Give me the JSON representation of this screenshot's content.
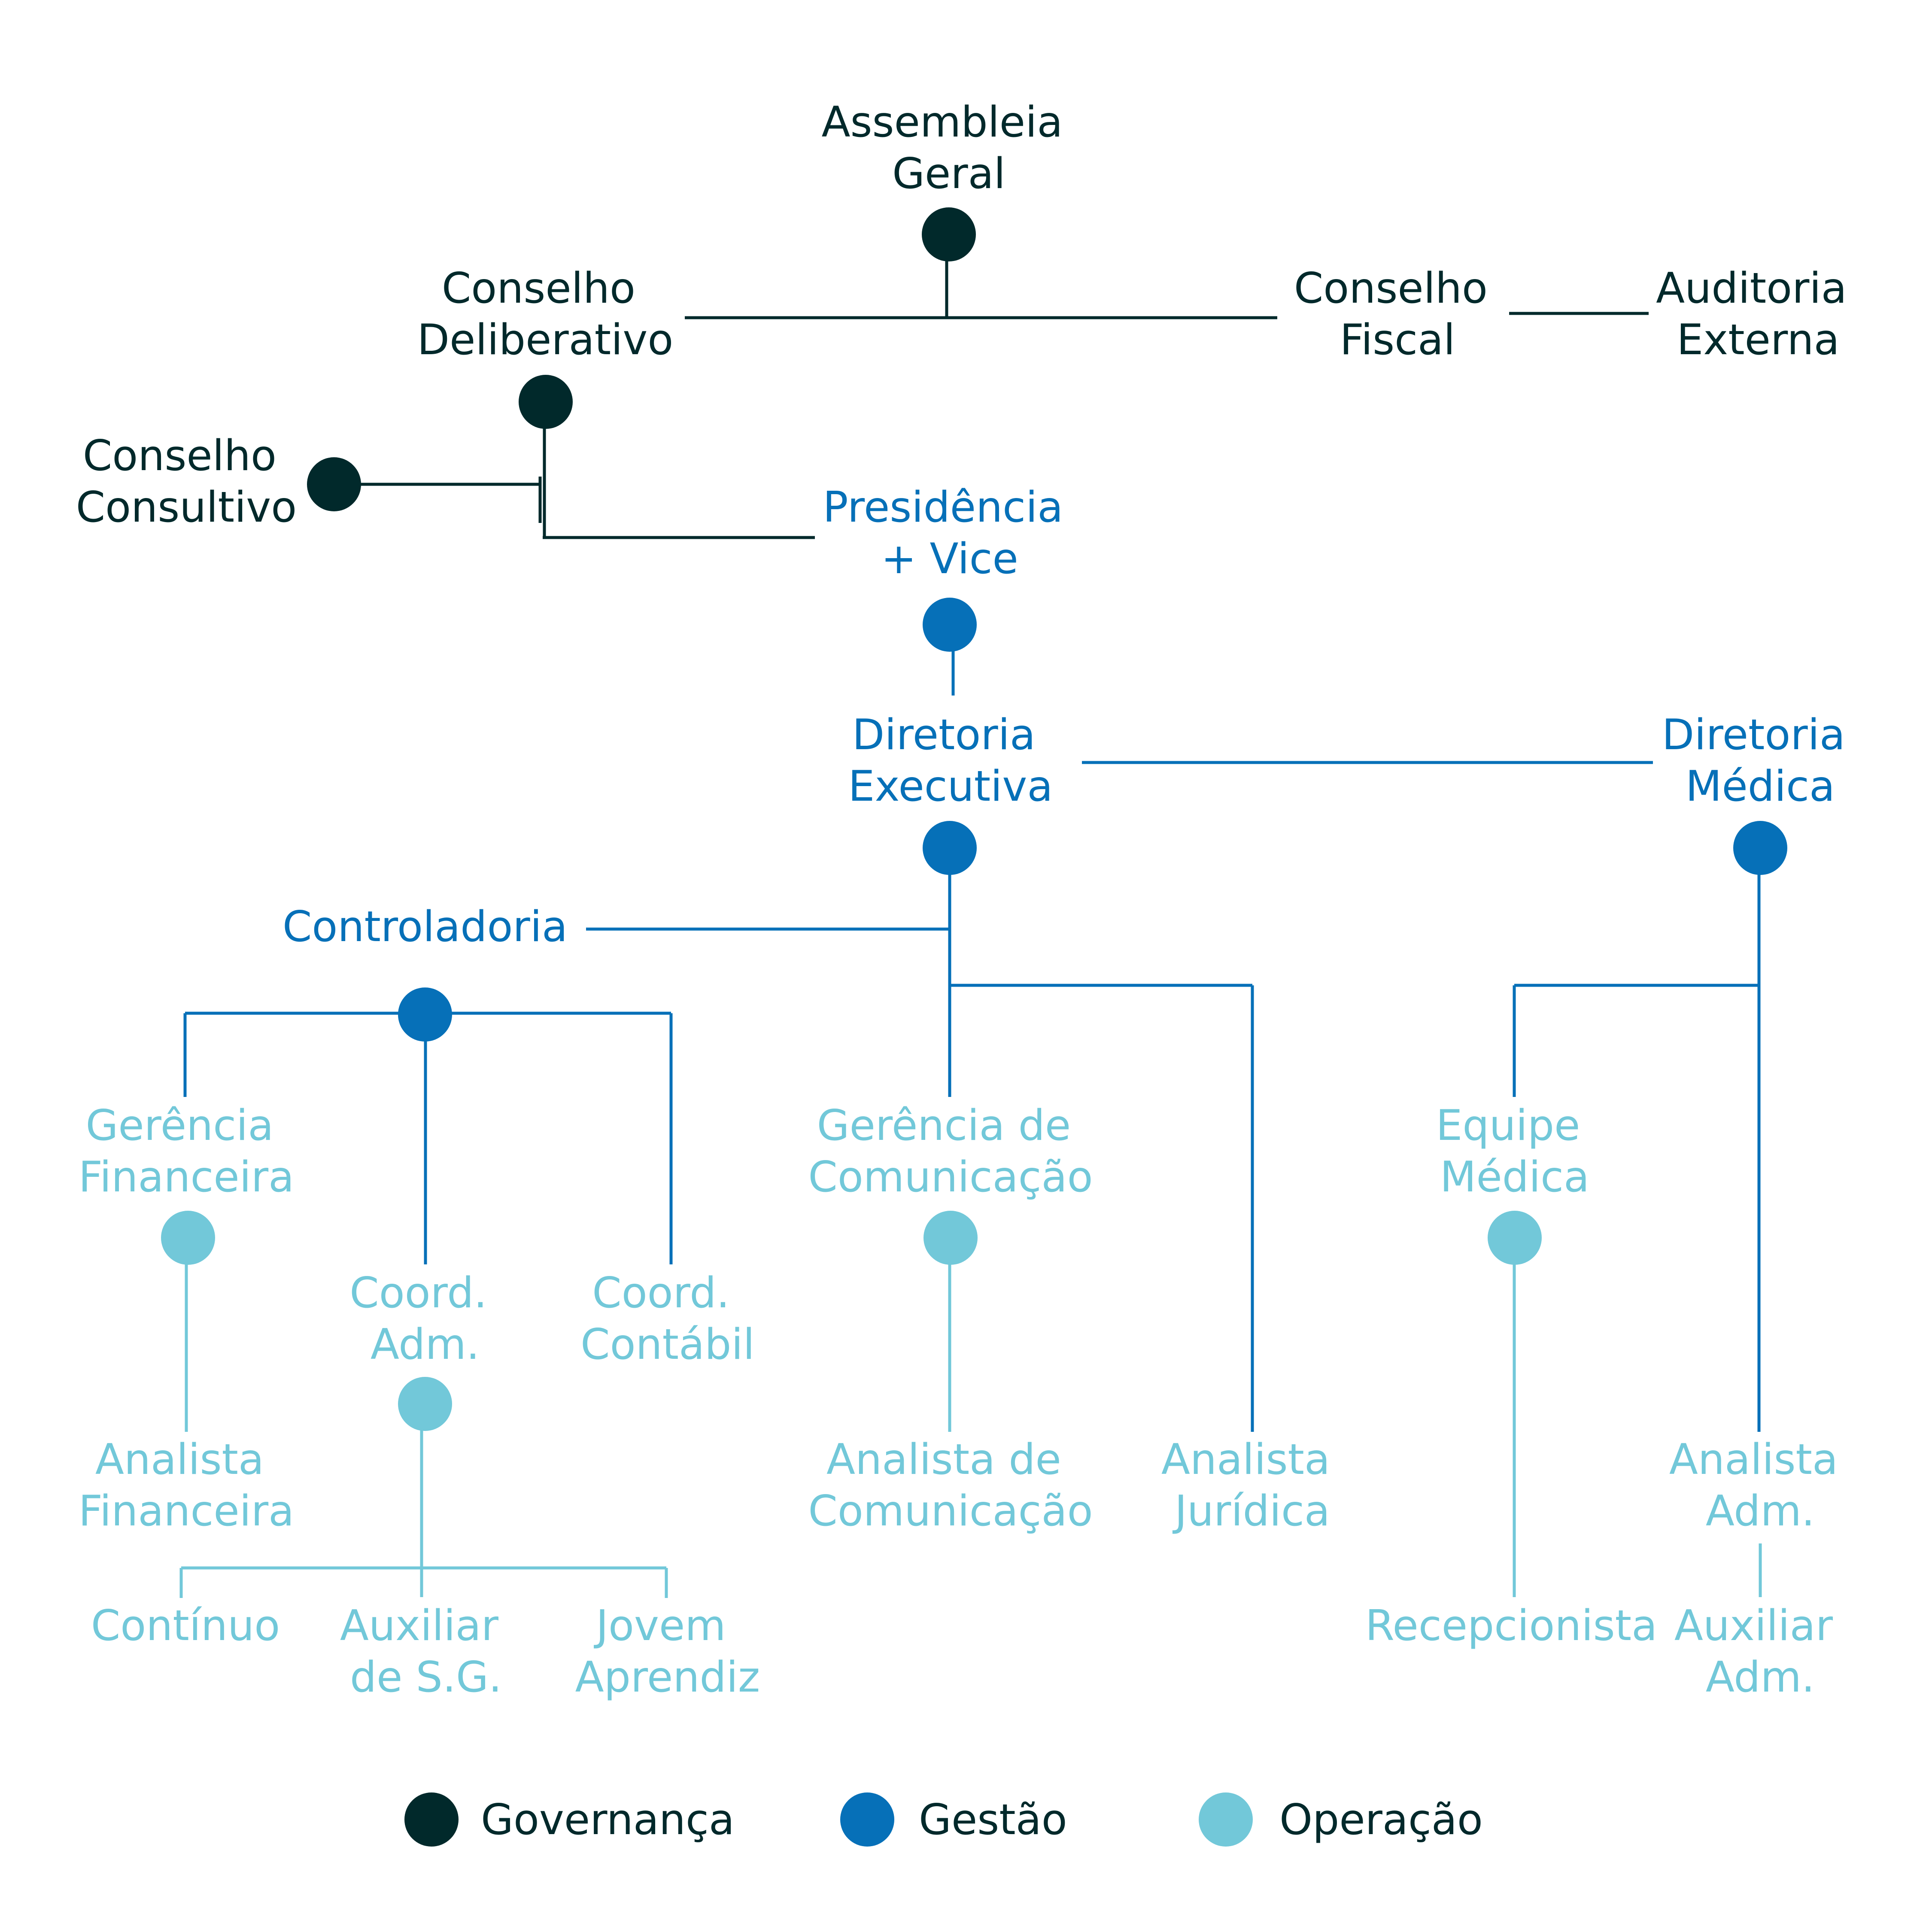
{
  "colors": {
    "governanca": "#01292b",
    "gestao": "#0670b8",
    "operacao": "#72c8d9"
  },
  "nodes": {
    "assembleia": [
      "Assembleia",
      "Geral"
    ],
    "conselho_deliberativo": [
      "Conselho",
      "Deliberativo"
    ],
    "conselho_fiscal": [
      "Conselho",
      "Fiscal"
    ],
    "auditoria_externa": [
      "Auditoria",
      "Externa"
    ],
    "conselho_consultivo": [
      "Conselho",
      "Consultivo"
    ],
    "presidencia": [
      "Presidência",
      "+ Vice"
    ],
    "diretoria_executiva": [
      "Diretoria",
      "Executiva"
    ],
    "diretoria_medica": [
      "Diretoria",
      "Médica"
    ],
    "controladoria": [
      "Controladoria"
    ],
    "gerencia_financeira": [
      "Gerência",
      "Financeira"
    ],
    "coord_adm": [
      "Coord.",
      "Adm."
    ],
    "coord_contabil": [
      "Coord.",
      "Contábil"
    ],
    "gerencia_comunicacao": [
      "Gerência de",
      "Comunicação"
    ],
    "equipe_medica": [
      "Equipe",
      "Médica"
    ],
    "analista_financeira": [
      "Analista",
      "Financeira"
    ],
    "analista_comunicacao": [
      "Analista de",
      "Comunicação"
    ],
    "analista_juridica": [
      "Analista",
      "Jurídica"
    ],
    "analista_adm": [
      "Analista",
      "Adm."
    ],
    "continuo": [
      "Contínuo"
    ],
    "auxiliar_sg": [
      "Auxiliar",
      "de S.G."
    ],
    "jovem_aprendiz": [
      "Jovem",
      "Aprendiz"
    ],
    "recepcionista": [
      "Recepcionista"
    ],
    "auxiliar_adm": [
      "Auxiliar",
      "Adm."
    ]
  },
  "legend": [
    {
      "label": "Governança",
      "level": "governanca"
    },
    {
      "label": "Gestão",
      "level": "gestao"
    },
    {
      "label": "Operação",
      "level": "operacao"
    }
  ]
}
